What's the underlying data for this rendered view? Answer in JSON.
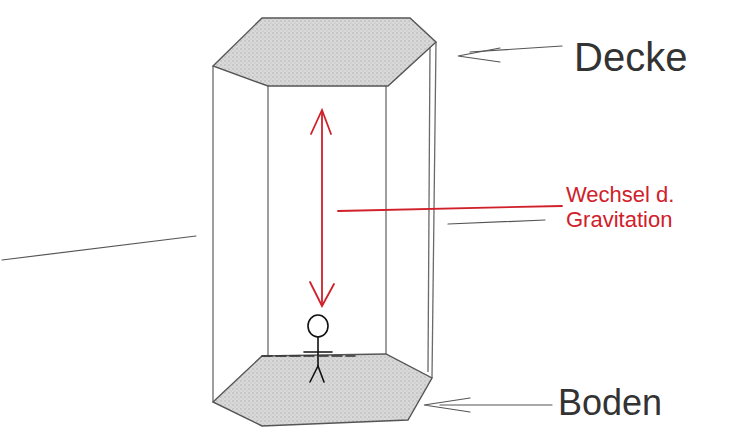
{
  "diagram": {
    "labels": [
      "Decke",
      "Wechsel d. Gravitation",
      "Boden"
    ]
  }
}
